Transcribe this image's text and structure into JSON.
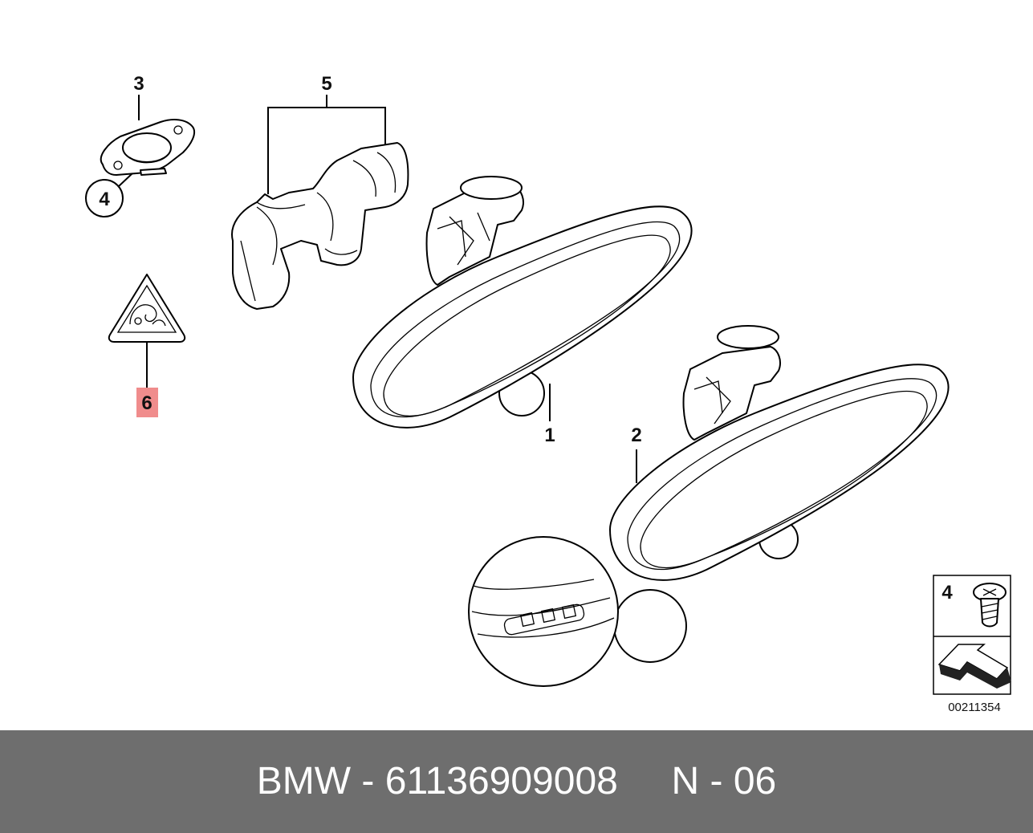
{
  "callouts": {
    "c1": "1",
    "c2": "2",
    "c3": "3",
    "c4": "4",
    "c5": "5",
    "c6": "6",
    "legend_4": "4"
  },
  "highlight_color": "#f08c8c",
  "footer_bg": "#6e6e6e",
  "diagram_number": "00211354",
  "footer": {
    "text": "BMW - 61136909008     N - 06"
  },
  "icons": [
    "gasket-part",
    "mirror-cover-part",
    "mirror-assembly",
    "warning-triangle-icon",
    "screw-icon",
    "arrow-icon",
    "detail-magnifier"
  ]
}
